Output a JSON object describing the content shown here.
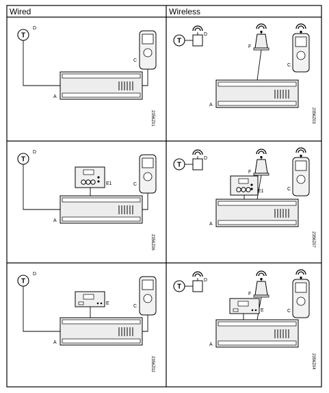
{
  "headers": {
    "left": "Wired",
    "right": "Wireless"
  },
  "labels": {
    "a": "A",
    "c": "C",
    "d": "D",
    "e": "E",
    "e1": "E1",
    "f": "F",
    "t": "T"
  },
  "codes": [
    "2356Z01",
    "2356Z03",
    "2356Z06",
    "2356Z07",
    "2356Z02",
    "2356Z04"
  ],
  "rows": [
    {
      "row": 1,
      "wired": {
        "code_index": 0
      },
      "wireless": {
        "code_index": 1
      }
    },
    {
      "row": 2,
      "wired": {
        "code_index": 2,
        "room_unit_label": "E1"
      },
      "wireless": {
        "code_index": 3,
        "room_unit_label": "E1"
      }
    },
    {
      "row": 3,
      "wired": {
        "code_index": 4,
        "room_unit_label": "E"
      },
      "wireless": {
        "code_index": 5,
        "room_unit_label": "E"
      }
    }
  ]
}
